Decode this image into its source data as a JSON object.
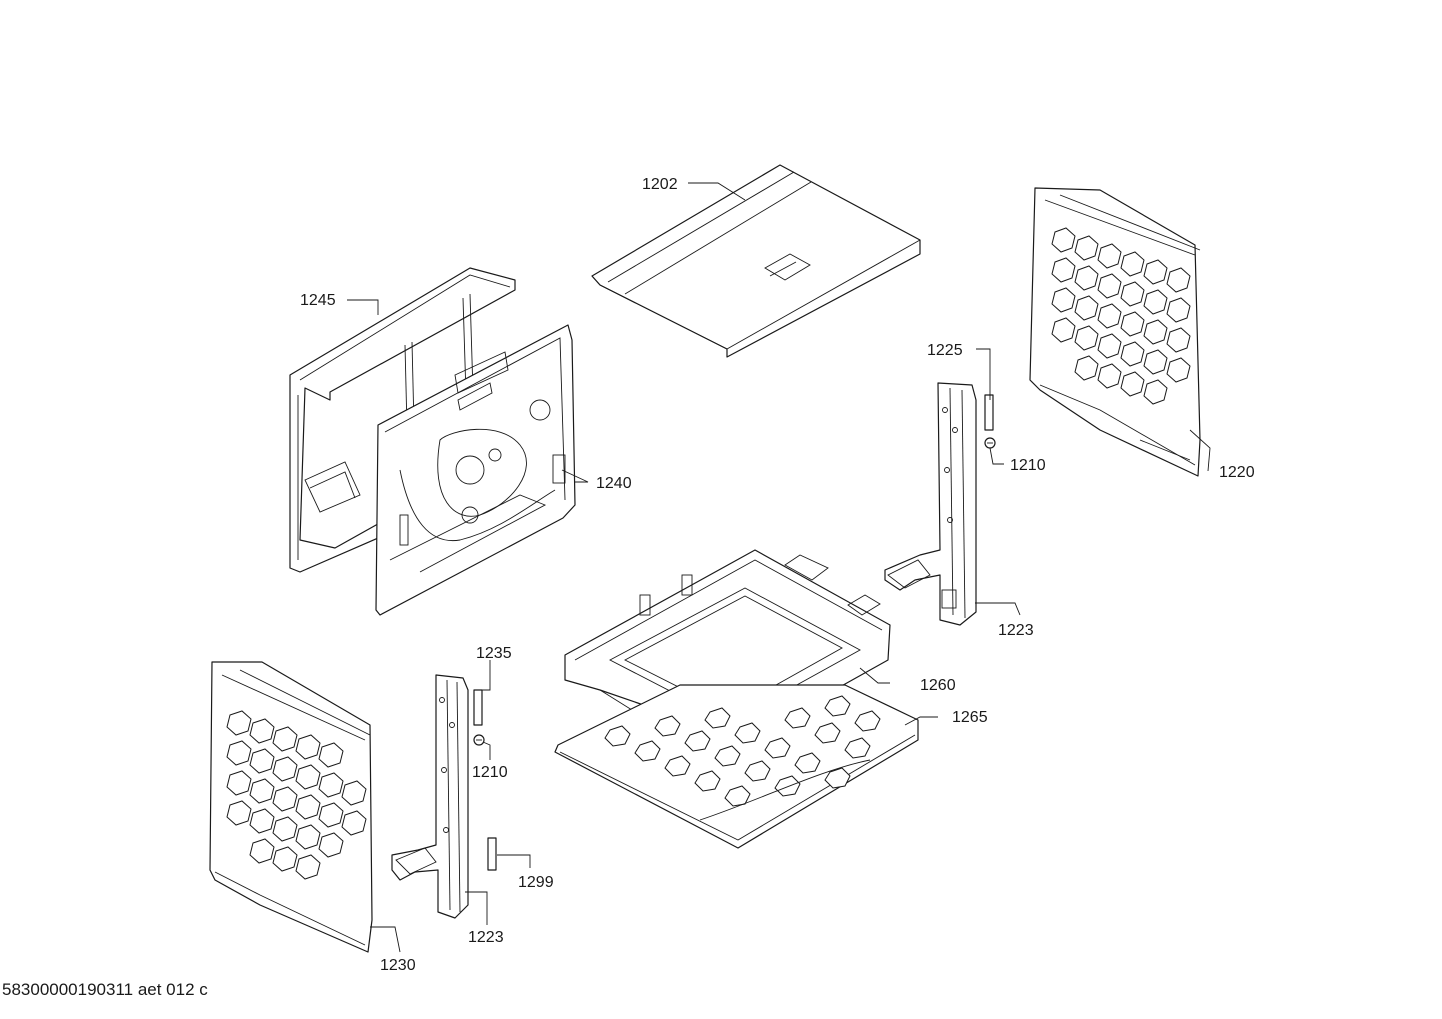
{
  "labels": {
    "top_cover": "1202",
    "rear_panel": "1245",
    "back_wall": "1240",
    "side_panel_right": "1220",
    "rail_clip_right": "1225",
    "screw_right": "1210",
    "rail_right": "1223",
    "bottom_frame": "1260",
    "base_plate": "1265",
    "side_panel_left": "1230",
    "rail_clip_left": "1235",
    "screw_left": "1210",
    "rail_left": "1223",
    "insulation_strip": "1299"
  },
  "footer": {
    "document_code": "58300000190311 aet 012 c"
  }
}
